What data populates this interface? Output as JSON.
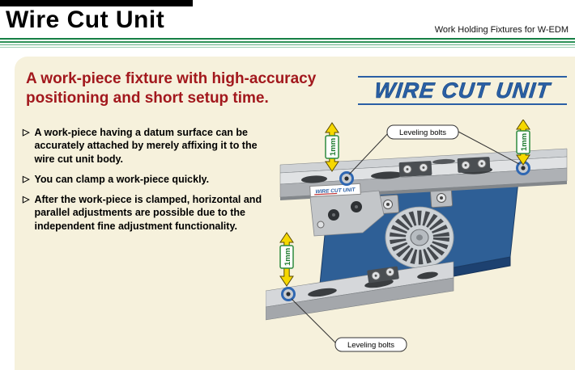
{
  "header": {
    "title": "Wire Cut Unit",
    "subtitle": "Work Holding Fixtures for W-EDM"
  },
  "main": {
    "heading": {
      "line1": "A work-piece fixture with high-accuracy",
      "line2": "positioning and short setup time."
    },
    "bullets": [
      "A work-piece having a datum surface can be accurately attached by merely affixing it to the wire cut unit body.",
      "You can clamp a work-piece quickly.",
      "After the work-piece is clamped, horizontal and parallel adjustments are possible due to the independent fine adjustment functionality."
    ],
    "logo_text": "WIRE CUT UNIT"
  },
  "figure": {
    "label_top": "Leveling bolts",
    "label_bottom": "Leveling bolts",
    "dim_left": "1mm",
    "dim_right": "1mm",
    "dim_bottom": "1mm",
    "sticker_text": "WIRE CUT UNIT"
  },
  "colors": {
    "heading_red": "#a2181d",
    "logo_blue": "#2a5fa5",
    "stripe_green": "#157f44",
    "panel_cream": "#f6f1dc",
    "plate_blue": "#2e5f96",
    "arrow_yellow": "#f6d800",
    "dim_green": "#1d7a2e",
    "bolt_blue": "#2f67b2"
  }
}
